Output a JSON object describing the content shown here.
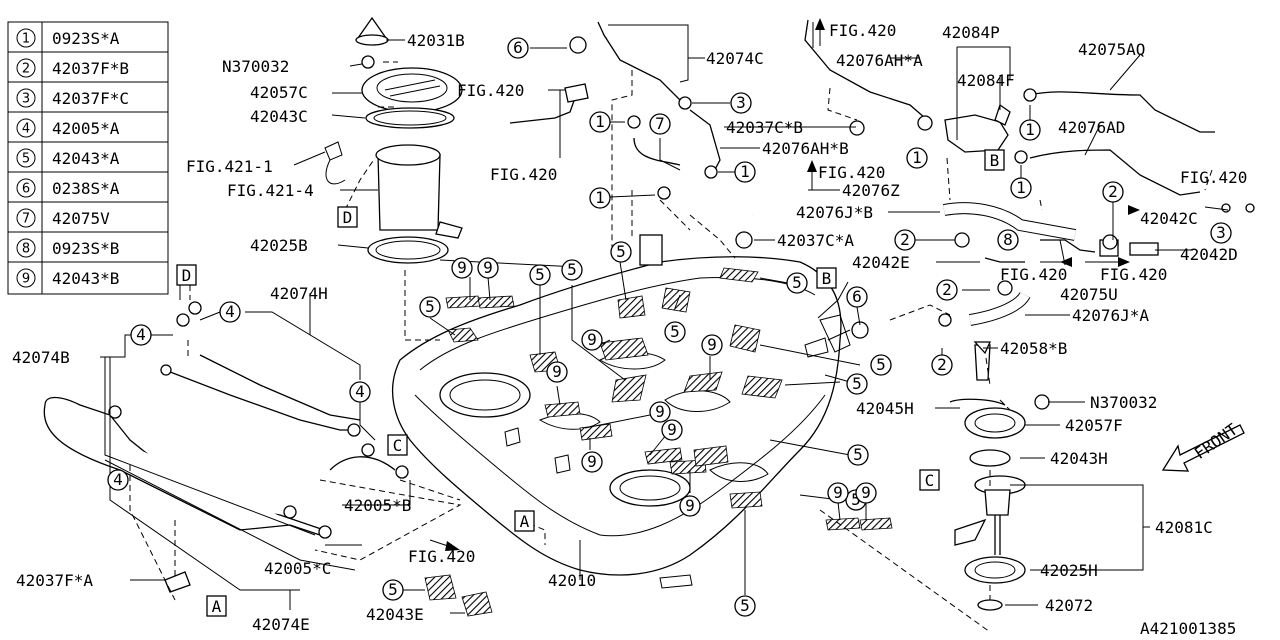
{
  "legend": [
    {
      "num": "1",
      "code": "0923S*A"
    },
    {
      "num": "2",
      "code": "42037F*B"
    },
    {
      "num": "3",
      "code": "42037F*C"
    },
    {
      "num": "4",
      "code": "42005*A"
    },
    {
      "num": "5",
      "code": "42043*A"
    },
    {
      "num": "6",
      "code": "0238S*A"
    },
    {
      "num": "7",
      "code": "42075V"
    },
    {
      "num": "8",
      "code": "0923S*B"
    },
    {
      "num": "9",
      "code": "42043*B"
    }
  ],
  "labels": {
    "p42031B": "42031B",
    "pN370032a": "N370032",
    "p42057C": "42057C",
    "p42043C": "42043C",
    "fig421_1": "FIG.421-1",
    "fig421_4": "FIG.421-4",
    "p42025B": "42025B",
    "p42074C": "42074C",
    "fig420a": "FIG.420",
    "fig420b": "FIG.420",
    "p42037CB": "42037C*B",
    "p42076AHB": "42076AH*B",
    "fig420c": "FIG.420",
    "p42076Z": "42076Z",
    "p42076JB": "42076J*B",
    "p42037CA": "42037C*A",
    "fig420top": "FIG.420",
    "p42076AHA": "42076AH*A",
    "p42084P": "42084P",
    "p42084F": "42084F",
    "p42075AQ": "42075AQ",
    "p42076AD": "42076AD",
    "fig420r1": "FIG.420",
    "p42042C": "42042C",
    "p42042D": "42042D",
    "p42042E": "42042E",
    "fig420r2": "FIG.420",
    "fig420r3": "FIG.420",
    "p42075U": "42075U",
    "p42076JA": "42076J*A",
    "p42058B": "42058*B",
    "pN370032b": "N370032",
    "p42045H": "42045H",
    "p42057F": "42057F",
    "p42043H": "42043H",
    "front": "FRONT",
    "p42081C": "42081C",
    "p42025H": "42025H",
    "p42072": "42072",
    "p42074H": "42074H",
    "p42074B": "42074B",
    "p42005B": "42005*B",
    "fig420bl": "FIG.420",
    "p42005C": "42005*C",
    "p42037FA": "42037F*A",
    "p42074E": "42074E",
    "p42043E": "42043E",
    "p42010": "42010",
    "diagram_id": "A421001385"
  },
  "boxes": {
    "A": "A",
    "B": "B",
    "C": "C",
    "D": "D"
  },
  "callouts": {
    "one": "1",
    "two": "2",
    "three": "3",
    "four": "4",
    "five": "5",
    "six": "6",
    "seven": "7",
    "eight": "8",
    "nine": "9"
  }
}
